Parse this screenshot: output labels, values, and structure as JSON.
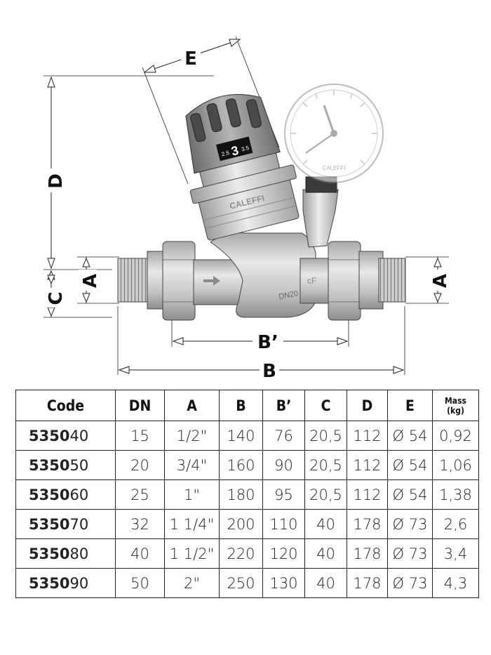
{
  "drawing": {
    "dimension_labels": {
      "E": "E",
      "D": "D",
      "A_left": "A",
      "A_right": "A",
      "C": "C",
      "B_prime": "B’",
      "B": "B"
    },
    "valve_texts": {
      "brand": "CALEFFI",
      "size": "DN20",
      "setting_low": "2.5",
      "setting_main": "3",
      "setting_high": "3.5",
      "gauge_brand": "CALEFFI"
    }
  },
  "table": {
    "headers": [
      "Code",
      "DN",
      "A",
      "B",
      "B’",
      "C",
      "D",
      "E"
    ],
    "mass_header_line1": "Mass",
    "mass_header_line2": "(kg)",
    "rows": [
      {
        "code_prefix": "5350",
        "code_suffix": "40",
        "dn": "15",
        "a": "1/2\"",
        "b": "140",
        "b_prime": "76",
        "c": "20,5",
        "d": "112",
        "e": "Ø 54",
        "mass": "0,92"
      },
      {
        "code_prefix": "5350",
        "code_suffix": "50",
        "dn": "20",
        "a": "3/4\"",
        "b": "160",
        "b_prime": "90",
        "c": "20,5",
        "d": "112",
        "e": "Ø 54",
        "mass": "1,06"
      },
      {
        "code_prefix": "5350",
        "code_suffix": "60",
        "dn": "25",
        "a": "1\"",
        "b": "180",
        "b_prime": "95",
        "c": "20,5",
        "d": "112",
        "e": "Ø 54",
        "mass": "1,38"
      },
      {
        "code_prefix": "5350",
        "code_suffix": "70",
        "dn": "32",
        "a": "1 1/4\"",
        "b": "200",
        "b_prime": "110",
        "c": "40",
        "d": "178",
        "e": "Ø 73",
        "mass": "2,6"
      },
      {
        "code_prefix": "5350",
        "code_suffix": "80",
        "dn": "40",
        "a": "1 1/2\"",
        "b": "220",
        "b_prime": "120",
        "c": "40",
        "d": "178",
        "e": "Ø 73",
        "mass": "3,4"
      },
      {
        "code_prefix": "5350",
        "code_suffix": "90",
        "dn": "50",
        "a": "2\"",
        "b": "250",
        "b_prime": "130",
        "c": "40",
        "d": "178",
        "e": "Ø 73",
        "mass": "4,3"
      }
    ]
  }
}
